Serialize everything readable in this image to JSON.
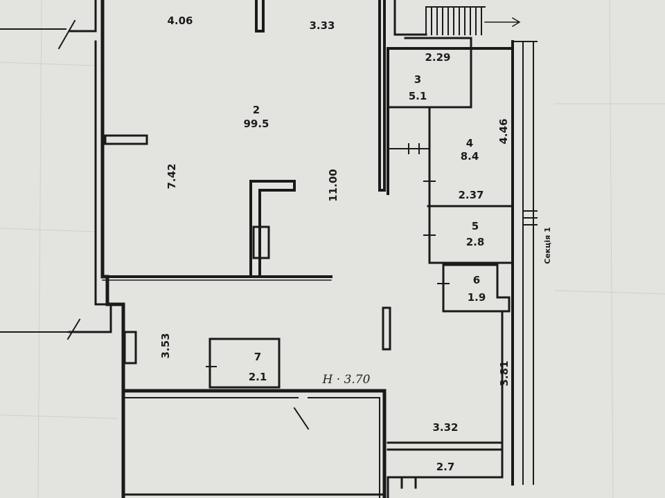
{
  "plan": {
    "rooms": [
      {
        "number": "2",
        "area": "99.5"
      },
      {
        "number": "3",
        "area": "5.1"
      },
      {
        "number": "4",
        "area": "8.4"
      },
      {
        "number": "5",
        "area": "2.8"
      },
      {
        "number": "6",
        "area": "1.9"
      },
      {
        "number": "7",
        "area": "2.1"
      },
      {
        "number": "",
        "area": "2.7"
      }
    ],
    "dimensions": {
      "top_left": "4.06",
      "top_right": "3.33",
      "room2_height": "7.42",
      "room2_length": "11.00",
      "room3_width": "2.29",
      "room4_height": "4.46",
      "room4_width": "2.37",
      "lower_left": "3.53",
      "lower_right": "3.81",
      "bottom_width": "3.32"
    },
    "section_label": "Секція 1",
    "handwritten_note": "Н · 3.70"
  },
  "colors": {
    "paper": "#e3e3e0",
    "ink": "#1a1a1a"
  }
}
